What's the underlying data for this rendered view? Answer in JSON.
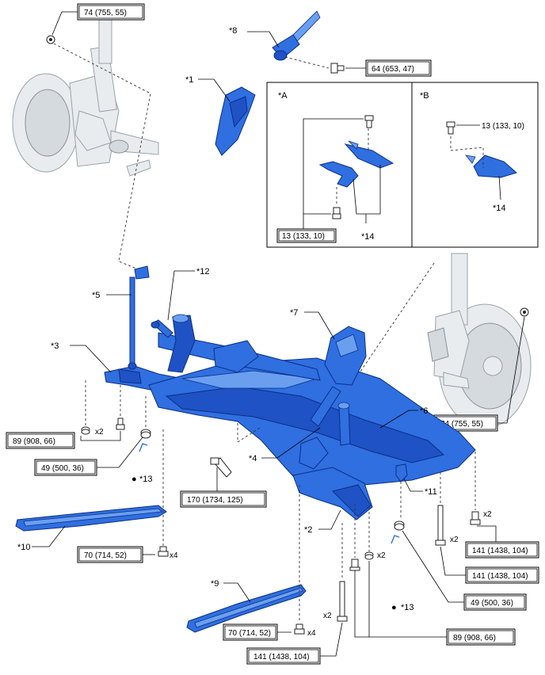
{
  "callouts": {
    "c1": "*1",
    "c2": "*2",
    "c3": "*3",
    "c4": "*4",
    "c5": "*5",
    "c6": "*6",
    "c7": "*7",
    "c8": "*8",
    "c9": "*9",
    "c10": "*10",
    "c11": "*11",
    "c12": "*12",
    "c13a": "*13",
    "c13b": "*13",
    "c14a": "*14",
    "c14b": "*14"
  },
  "inset": {
    "a_label": "*A",
    "b_label": "*B"
  },
  "torques": {
    "t_top": "74 (755, 55)",
    "t_8": "64 (653, 47)",
    "t_a": "13 (133, 10)",
    "t_b": "13 (133, 10)",
    "t_89_left": "89 (908, 66)",
    "t_49_left": "49 (500, 36)",
    "t_170": "170 (1734, 125)",
    "t_74_right": "74 (755, 55)",
    "t_141_r1": "141 (1438, 104)",
    "t_141_r2": "141 (1438, 104)",
    "t_70_left": "70 (714, 52)",
    "t_49_right": "49 (500, 36)",
    "t_70_bottom": "70 (714, 52)",
    "t_89_bottom": "89 (908, 66)",
    "t_141_bottom": "141 (1438, 104)"
  },
  "multipliers": {
    "m_89_left": "x2",
    "m_141_r1": "x2",
    "m_141_r2": "x2",
    "m_70_left": "x4",
    "m_70_bottom": "x4",
    "m_141_bottom": "x2",
    "m_89_bottom": "x2"
  },
  "bullets": {
    "b1": "●",
    "b2": "●"
  },
  "colors": {
    "part_blue": "#2f6fe0",
    "part_blue_dark": "#0b2f88",
    "context_grey": "#e8ecee"
  }
}
